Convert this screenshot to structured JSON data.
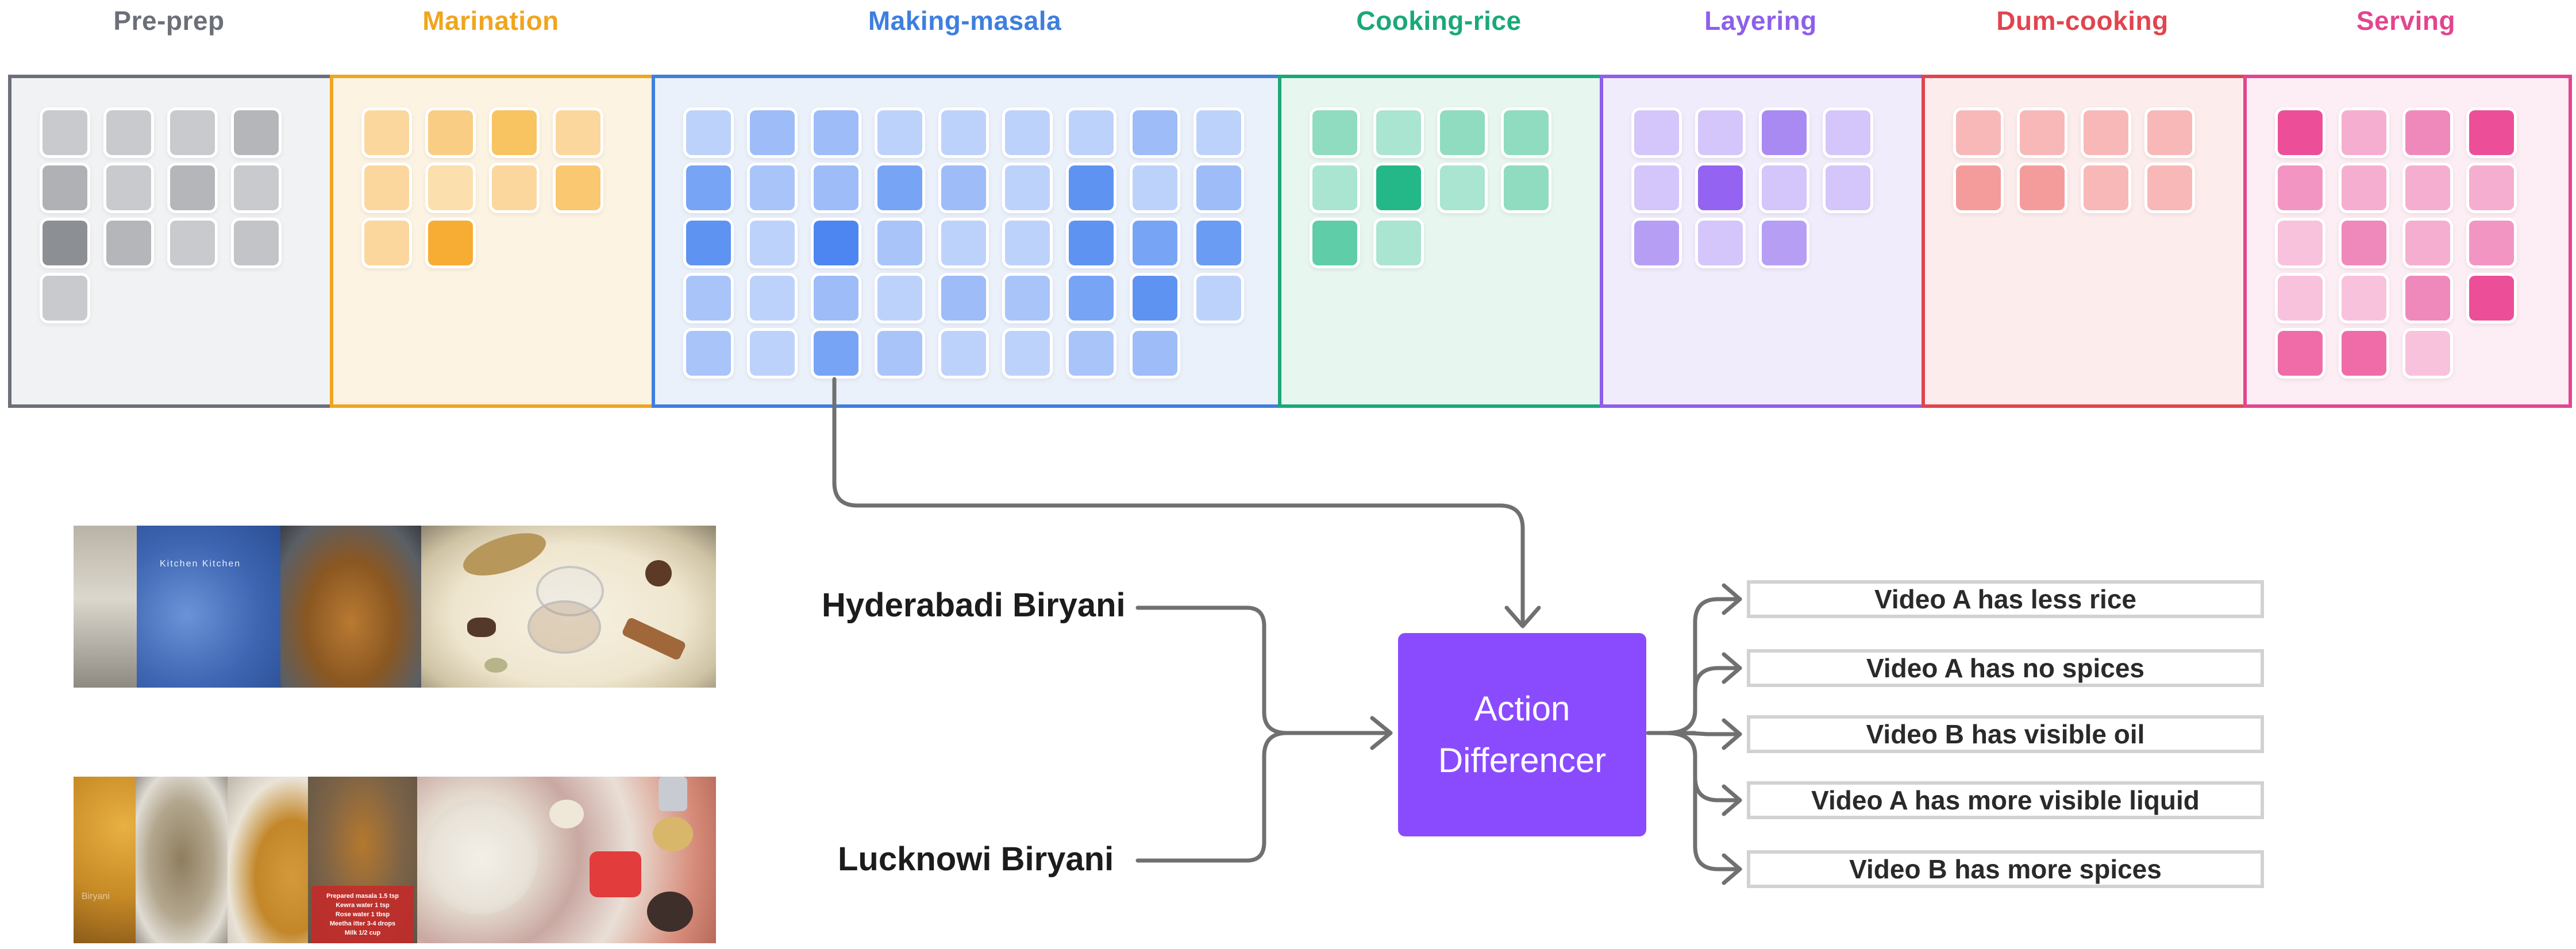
{
  "stages": [
    {
      "label": "Pre-prep",
      "color": "#6b6f78",
      "border": "#6b6f78",
      "bg": "#f1f2f4",
      "cols": 4,
      "cells": [
        "#c9cacd",
        "#c9cacd",
        "#c9cacd",
        "#b5b6ba",
        "#b0b1b5",
        "#c9cacd",
        "#b5b6ba",
        "#c9cacd",
        "#8c8f94",
        "#b5b6ba",
        "#c9cacd",
        "#c3c4c7",
        "#c9cacd"
      ]
    },
    {
      "label": "Marination",
      "color": "#f0a51f",
      "border": "#f0a51f",
      "bg": "#fdf3e2",
      "cols": 4,
      "cells": [
        "#fbd79d",
        "#f9cd83",
        "#f8c361",
        "#fbd79d",
        "#fbd79d",
        "#fbdfac",
        "#fbd79d",
        "#f9c870",
        "#fbd79d",
        "#f7ac34"
      ]
    },
    {
      "label": "Making-masala",
      "color": "#3e7fde",
      "border": "#3e7fde",
      "bg": "#ebf1fb",
      "cols": 9,
      "cells": [
        "#bdd2fb",
        "#9dbcf8",
        "#9dbcf8",
        "#bdd2fb",
        "#bdd2fb",
        "#bdd2fb",
        "#bdd2fb",
        "#9dbcf8",
        "#bdd2fb",
        "#78a4f5",
        "#a9c4f9",
        "#9dbcf8",
        "#78a4f5",
        "#9dbcf8",
        "#bdd2fb",
        "#5f93f2",
        "#bdd2fb",
        "#9dbcf8",
        "#5f93f2",
        "#bdd2fb",
        "#4d86f0",
        "#a9c4f9",
        "#bdd2fb",
        "#bdd2fb",
        "#5f93f2",
        "#78a4f5",
        "#6b9cf3",
        "#a9c4f9",
        "#bdd2fb",
        "#9dbcf8",
        "#bdd2fb",
        "#9dbcf8",
        "#a9c4f9",
        "#78a4f5",
        "#5f93f2",
        "#bdd2fb",
        "#a9c4f9",
        "#bdd2fb",
        "#78a4f5",
        "#a9c4f9",
        "#bdd2fb",
        "#bdd2fb",
        "#a9c4f9",
        "#9dbcf8"
      ]
    },
    {
      "label": "Cooking-rice",
      "color": "#1aa87a",
      "border": "#1aa87a",
      "bg": "#e8f6f0",
      "cols": 4,
      "cells": [
        "#8fdcc1",
        "#a9e5d1",
        "#8fdcc1",
        "#8fdcc1",
        "#a9e5d1",
        "#24b888",
        "#a9e5d1",
        "#8fdcc1",
        "#5fcda8",
        "#a9e5d1"
      ]
    },
    {
      "label": "Layering",
      "color": "#8d5fea",
      "border": "#8d5fea",
      "bg": "#f1ecfc",
      "cols": 4,
      "cells": [
        "#d4c5fa",
        "#d4c5fa",
        "#a98af3",
        "#d4c5fa",
        "#d4c5fa",
        "#9463f1",
        "#d4c5fa",
        "#d4c5fa",
        "#b79ef5",
        "#d4c5fa",
        "#b79ef5"
      ]
    },
    {
      "label": "Dum-cooking",
      "color": "#e0454f",
      "border": "#e0454f",
      "bg": "#fcecec",
      "cols": 4,
      "cells": [
        "#f8b8b8",
        "#f8b8b8",
        "#f8b8b8",
        "#f8b8b8",
        "#f49c9c",
        "#f49c9c",
        "#f8b8b8",
        "#f8b8b8"
      ]
    },
    {
      "label": "Serving",
      "color": "#e2458f",
      "border": "#e2458f",
      "bg": "#fdedf4",
      "cols": 4,
      "cells": [
        "#ec4f98",
        "#f6aed0",
        "#f089bb",
        "#ec4f98",
        "#f395c2",
        "#f6aed0",
        "#f6aed0",
        "#f6aed0",
        "#f8c2dc",
        "#f089bb",
        "#f6aed0",
        "#f395c2",
        "#f8c2dc",
        "#f8c2dc",
        "#f089bb",
        "#ec4f98",
        "#f06ca8",
        "#f06ca8",
        "#f8c2dc"
      ]
    }
  ],
  "videos": [
    {
      "label": "Hyderabadi Biryani",
      "frame_colors": [
        "#c9c3b8",
        "#4d78c4",
        "#9a6a2a",
        "#efe6cf"
      ]
    },
    {
      "label": "Lucknowi Biryani",
      "frame_colors": [
        "#d39a3a",
        "#9b8f7a",
        "#c98a2e",
        "#7a6a52",
        "#e7d6c8"
      ]
    }
  ],
  "overlay_text": {
    "hyd_watermark": "Kitchen Kitchen",
    "luck_watermark": "Biryani",
    "recipe_lines": [
      "Prepared masala 1.5 tsp",
      "Kewra water 1 tsp",
      "Rose water 1 tbsp",
      "Meetha itter 3-4 drops",
      "Milk 1/2 cup"
    ]
  },
  "differencer": {
    "line1": "Action",
    "line2": "Differencer",
    "color": "#8a4bff"
  },
  "outputs": [
    "Video A has less rice",
    "Video A has no spices",
    "Video B has visible oil",
    "Video A has more visible liquid",
    "Video B has more spices"
  ],
  "connector_color": "#707070"
}
